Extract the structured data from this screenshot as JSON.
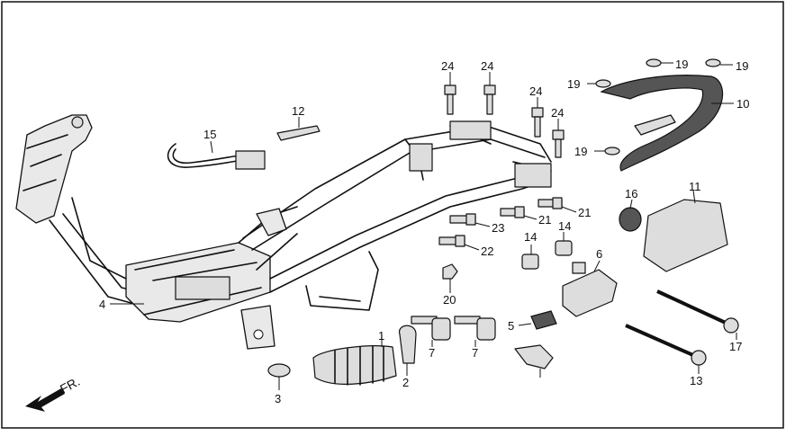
{
  "direction_label": "FR.",
  "callouts": {
    "c1": "1",
    "c2": "2",
    "c3": "3",
    "c4": "4",
    "c5": "5",
    "c6": "6",
    "c7a": "7",
    "c7b": "7",
    "c10": "10",
    "c11": "11",
    "c12": "12",
    "c13": "13",
    "c14a": "14",
    "c14b": "14",
    "c15": "15",
    "c16": "16",
    "c17": "17",
    "c19a": "19",
    "c19b": "19",
    "c19c": "19",
    "c19d": "19",
    "c20": "20",
    "c21a": "21",
    "c21b": "21",
    "c22": "22",
    "c23": "23",
    "c24a": "24",
    "c24b": "24",
    "c24c": "24",
    "c24d": "24"
  },
  "colors": {
    "line": "#111111",
    "part_fill": "#dddddd",
    "dark_part": "#555555"
  }
}
